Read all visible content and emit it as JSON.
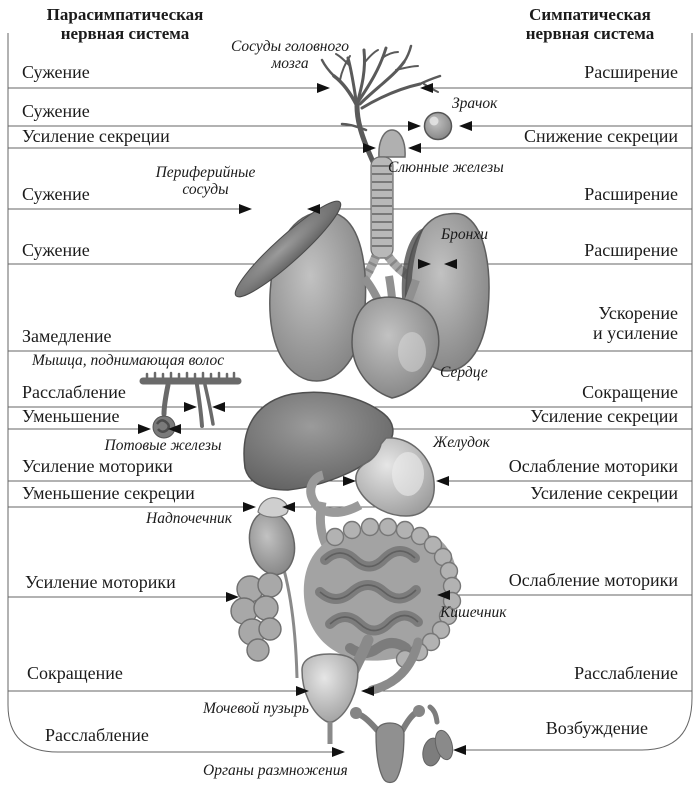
{
  "headers": {
    "left": "Парасимпатическая\nнервная система",
    "right": "Симпатическая\nнервная система"
  },
  "left_column": {
    "items": [
      {
        "target": "brain-vessels",
        "label": "Сужение"
      },
      {
        "target": "pupil",
        "label": "Сужение"
      },
      {
        "target": "salivary-glands",
        "label": "Усиление секреции"
      },
      {
        "target": "peripheral-vessels",
        "label": "Сужение"
      },
      {
        "target": "bronchi",
        "label": "Сужение"
      },
      {
        "target": "heart",
        "label": "Замедление"
      },
      {
        "target": "hair-muscle",
        "label": "Расслабление"
      },
      {
        "target": "sweat-glands",
        "label": "Уменьшение"
      },
      {
        "target": "stomach",
        "label": "Усиление моторики"
      },
      {
        "target": "adrenal",
        "label": "Уменьшение секреции"
      },
      {
        "target": "intestine",
        "label": "Усиление моторики"
      },
      {
        "target": "bladder",
        "label": "Сокращение"
      },
      {
        "target": "reproductive-organs",
        "label": "Расслабление"
      }
    ]
  },
  "right_column": {
    "items": [
      {
        "target": "brain-vessels",
        "label": "Расширение"
      },
      {
        "target": "pupil",
        "label": "Снижение секреции"
      },
      {
        "target": "salivary-glands",
        "label": "Расширение"
      },
      {
        "target": "bronchi",
        "label": "Расширение"
      },
      {
        "target": "heart",
        "label": "Ускорение\nи усиление"
      },
      {
        "target": "hair-muscle",
        "label": "Сокращение"
      },
      {
        "target": "sweat-glands",
        "label": "Усиление секреции"
      },
      {
        "target": "stomach",
        "label": "Ослабление моторики"
      },
      {
        "target": "adrenal",
        "label": "Усиление секреции"
      },
      {
        "target": "intestine",
        "label": "Ослабление моторики"
      },
      {
        "target": "bladder",
        "label": "Расслабление"
      },
      {
        "target": "reproductive-organs",
        "label": "Возбуждение"
      }
    ]
  },
  "organ_labels": {
    "items": [
      {
        "name": "brain-vessels",
        "label": "Сосуды головного\nмозга"
      },
      {
        "name": "pupil",
        "label": "Зрачок"
      },
      {
        "name": "salivary-glands",
        "label": "Слюнные железы"
      },
      {
        "name": "peripheral-vessels",
        "label": "Периферийные\nсосуды"
      },
      {
        "name": "bronchi",
        "label": "Бронхи"
      },
      {
        "name": "hair-muscle",
        "label": "Мышца, поднимающая волос"
      },
      {
        "name": "sweat-glands",
        "label": "Потовые железы"
      },
      {
        "name": "heart",
        "label": "Сердце"
      },
      {
        "name": "stomach",
        "label": "Желудок"
      },
      {
        "name": "adrenal",
        "label": "Надпочечник"
      },
      {
        "name": "intestine",
        "label": "Кишечник"
      },
      {
        "name": "bladder",
        "label": "Мочевой пузырь"
      },
      {
        "name": "reproductive-organs",
        "label": "Органы размножения"
      }
    ]
  },
  "colors": {
    "background": "#ffffff",
    "text": "#1b1b1b",
    "connector_line": "#666666",
    "arrowhead": "#111111",
    "organ_light": "#c8c8c8",
    "organ_mid": "#9a9a9a",
    "organ_dark": "#5e5e5e"
  }
}
